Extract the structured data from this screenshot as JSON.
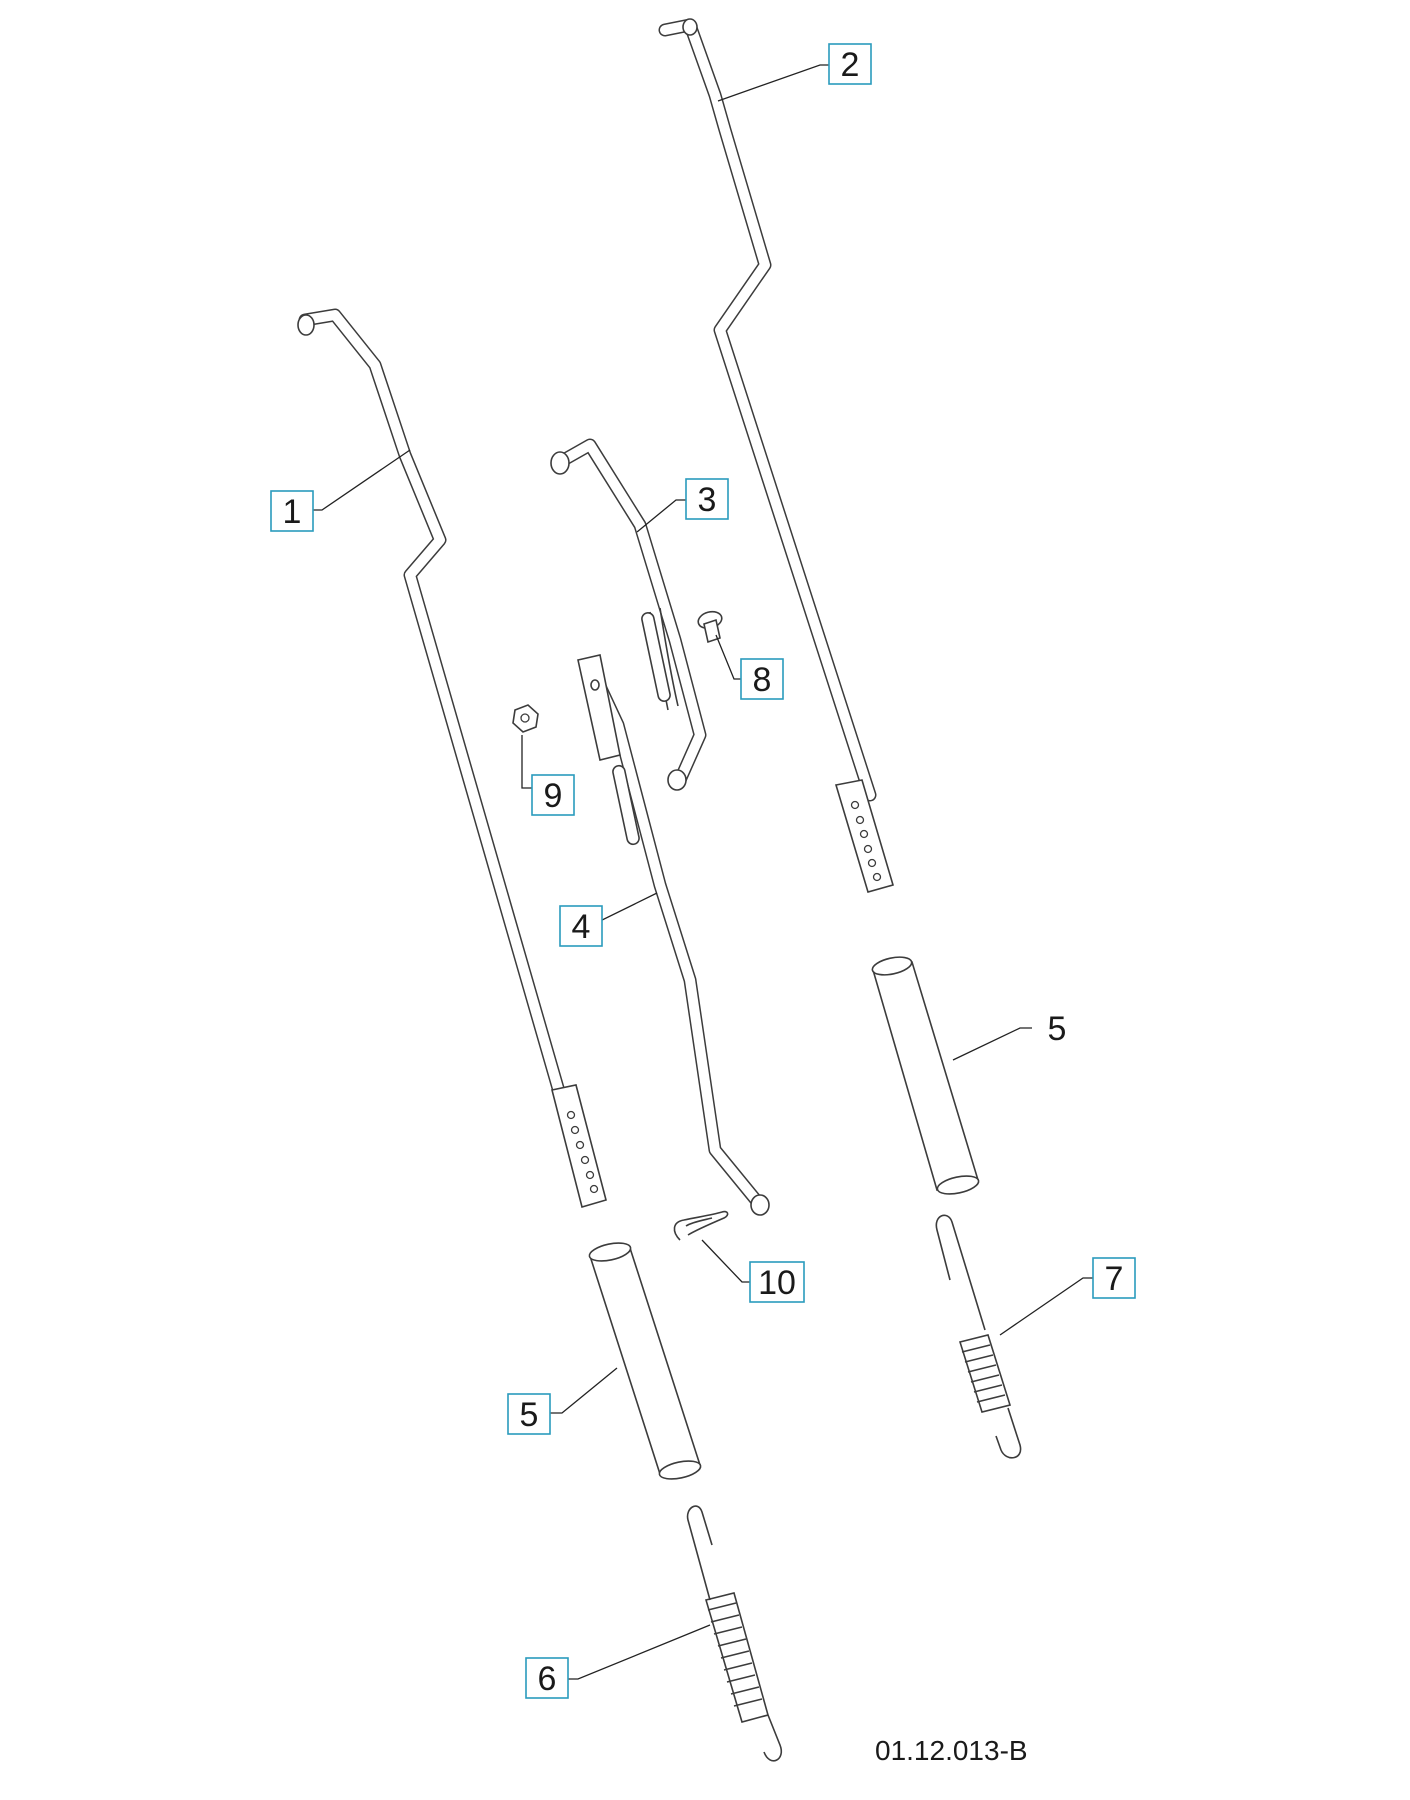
{
  "callouts": {
    "c1": "1",
    "c2": "2",
    "c3": "3",
    "c4": "4",
    "c5a": "5",
    "c5b": "5",
    "c6": "6",
    "c7": "7",
    "c8": "8",
    "c9": "9",
    "c10": "10"
  },
  "drawing_id": "01.12.013-B",
  "colors": {
    "callout_border": "#2a9bbd",
    "line_art": "#3c3c3c"
  }
}
